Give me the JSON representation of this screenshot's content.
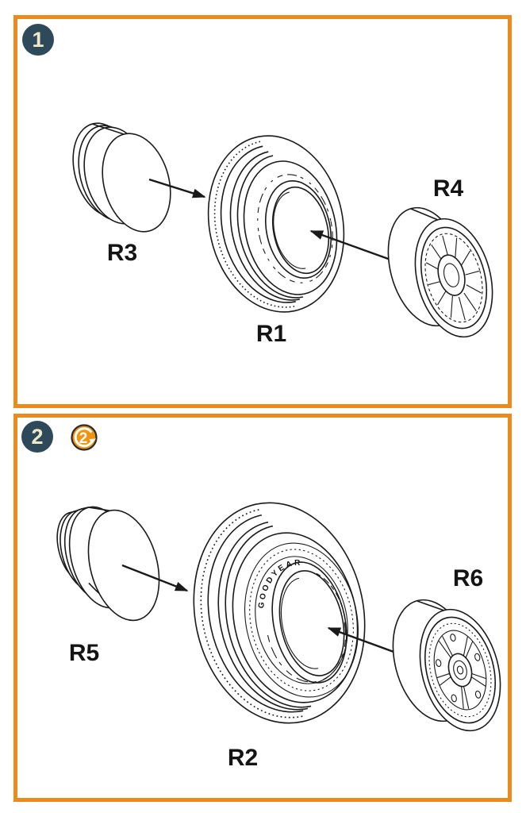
{
  "document": {
    "kind": "assembly-instruction-sheet"
  },
  "colors": {
    "panel_border": "#EC8A1E",
    "step_badge_bg": "#2E4A5A",
    "step_badge_text": "#EFE9C8",
    "repeat_badge_bg": "#F0930D",
    "repeat_badge_glyphs": "#FFFFFF",
    "line_art": "#1A1A1A",
    "background": "#FFFFFF"
  },
  "steps": [
    {
      "number": "1",
      "parts": {
        "cap": "R3",
        "tire": "R1",
        "wheel": "R4"
      }
    },
    {
      "number": "2",
      "repeat_count": "2",
      "tire_brand": "GOODYEAR",
      "parts": {
        "cap": "R5",
        "tire": "R2",
        "wheel": "R6"
      }
    }
  ]
}
